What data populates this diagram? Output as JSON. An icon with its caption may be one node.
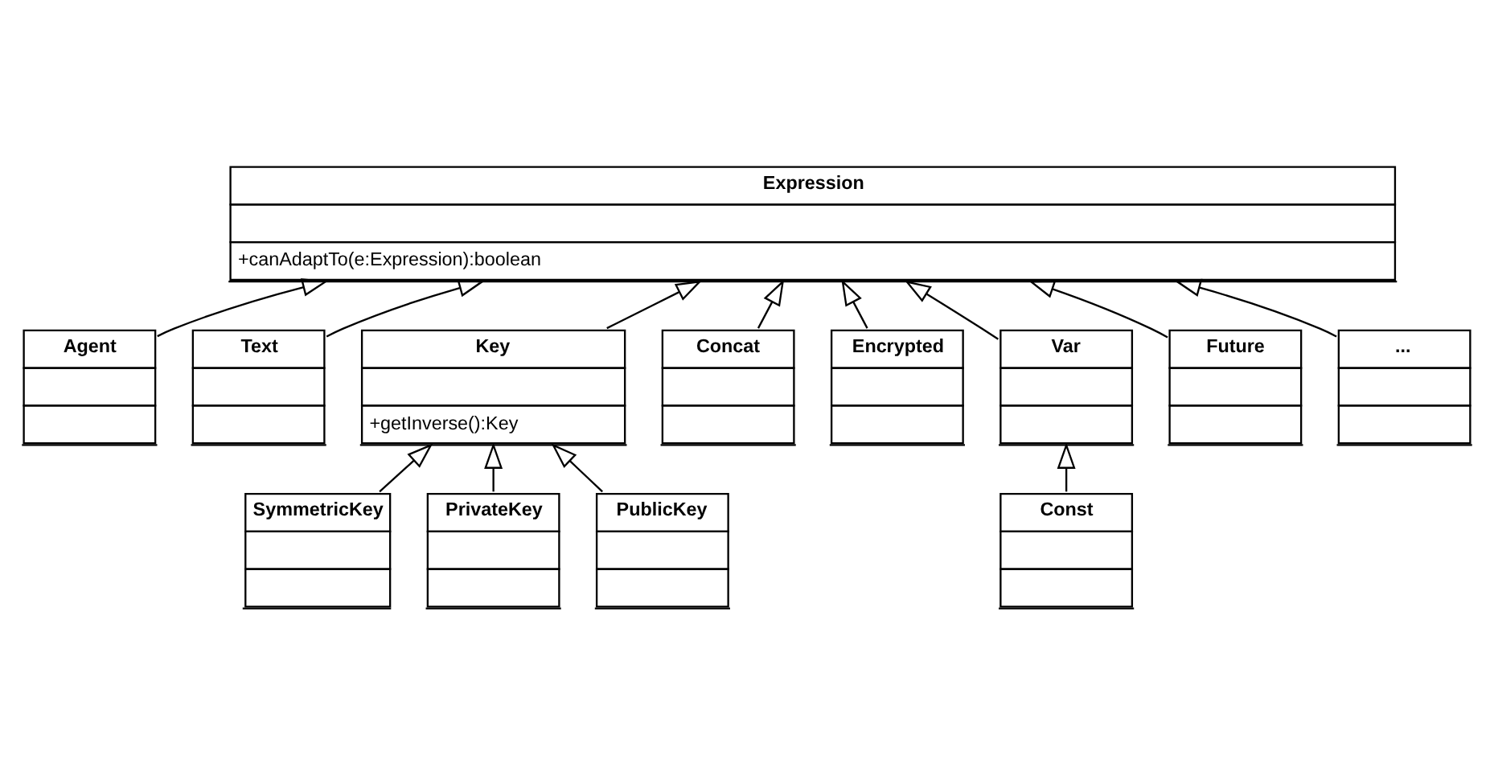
{
  "diagram": {
    "nodes": [
      {
        "text": [
          "Expression",
          "+canAdaptTo(e:Expression):boolean"
        ]
      },
      {
        "text": [
          "Agent"
        ]
      },
      {
        "text": [
          "Text"
        ]
      },
      {
        "text": [
          "Key",
          "+getInverse():Key"
        ]
      },
      {
        "text": [
          "Concat"
        ]
      },
      {
        "text": [
          "Encrypted"
        ]
      },
      {
        "text": [
          "Var"
        ]
      },
      {
        "text": [
          "Future"
        ]
      },
      {
        "text": [
          "..."
        ]
      },
      {
        "text": [
          "SymmetricKey"
        ]
      },
      {
        "text": [
          "PrivateKey"
        ]
      },
      {
        "text": [
          "PublicKey"
        ]
      },
      {
        "text": [
          "Const"
        ]
      }
    ],
    "edges": [
      {
        "from": 1,
        "to": 0,
        "arrow": "to"
      },
      {
        "from": 2,
        "to": 0,
        "arrow": "to"
      },
      {
        "from": 3,
        "to": 0,
        "arrow": "to"
      },
      {
        "from": 4,
        "to": 0,
        "arrow": "to"
      },
      {
        "from": 5,
        "to": 0,
        "arrow": "to"
      },
      {
        "from": 6,
        "to": 0,
        "arrow": "to"
      },
      {
        "from": 7,
        "to": 0,
        "arrow": "to"
      },
      {
        "from": 8,
        "to": 0,
        "arrow": "to"
      },
      {
        "from": 9,
        "to": 3,
        "arrow": "to"
      },
      {
        "from": 10,
        "to": 3,
        "arrow": "to"
      },
      {
        "from": 11,
        "to": 3,
        "arrow": "to"
      },
      {
        "from": 12,
        "to": 6,
        "arrow": "to"
      }
    ]
  }
}
